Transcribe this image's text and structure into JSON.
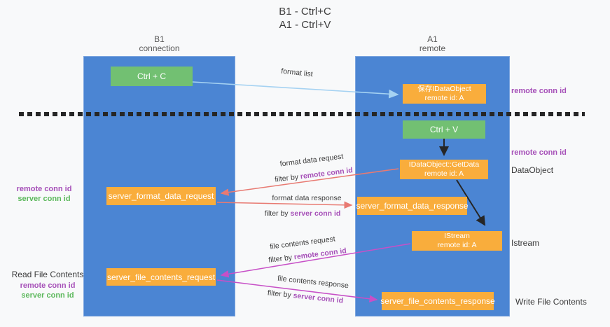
{
  "title": {
    "line1": "B1 - Ctrl+C",
    "line2": "A1 - Ctrl+V"
  },
  "columns": {
    "left": {
      "name": "B1",
      "role": "connection"
    },
    "right": {
      "name": "A1",
      "role": "remote"
    }
  },
  "nodes": {
    "ctrl_c": {
      "label": "Ctrl + C"
    },
    "ctrl_v": {
      "label": "Ctrl + V"
    },
    "save_dataobject": {
      "line1": "保存IDataObject",
      "line2": "remote id: A"
    },
    "getdata": {
      "line1": "IDataObject::GetData",
      "line2": "remote id: A"
    },
    "istream": {
      "line1": "IStream",
      "line2": "remote id: A"
    },
    "format_request": {
      "label": "server_format_data_request"
    },
    "format_response": {
      "label": "server_format_data_response"
    },
    "file_request": {
      "label": "server_file_contents_request"
    },
    "file_response": {
      "label": "server_file_contents_response"
    }
  },
  "edge_labels": {
    "format_list": "format list",
    "format_data_request": "format data request",
    "format_data_response": "format data response",
    "file_contents_request": "file contents request",
    "file_contents_response": "file contents response",
    "filter_by": "filter by",
    "remote_conn_id": "remote conn id",
    "server_conn_id": "server conn id"
  },
  "side_labels": {
    "remote_conn_id": "remote conn id",
    "server_conn_id": "server conn id",
    "dataobject": "DataObject",
    "istream": "Istream",
    "read_file_contents": "Read File Contents",
    "write_file_contents": "Write File Contents"
  },
  "colors": {
    "lifeline_blue": "#4b85d3",
    "node_green": "#72c072",
    "node_orange": "#f9ad3c",
    "arrow_light_blue": "#a5d2f2",
    "arrow_red": "#e87a72",
    "arrow_magenta": "#c750c7",
    "arrow_black": "#262626",
    "conn_id_purple": "#a650b8",
    "conn_id_green": "#5cb85c"
  }
}
